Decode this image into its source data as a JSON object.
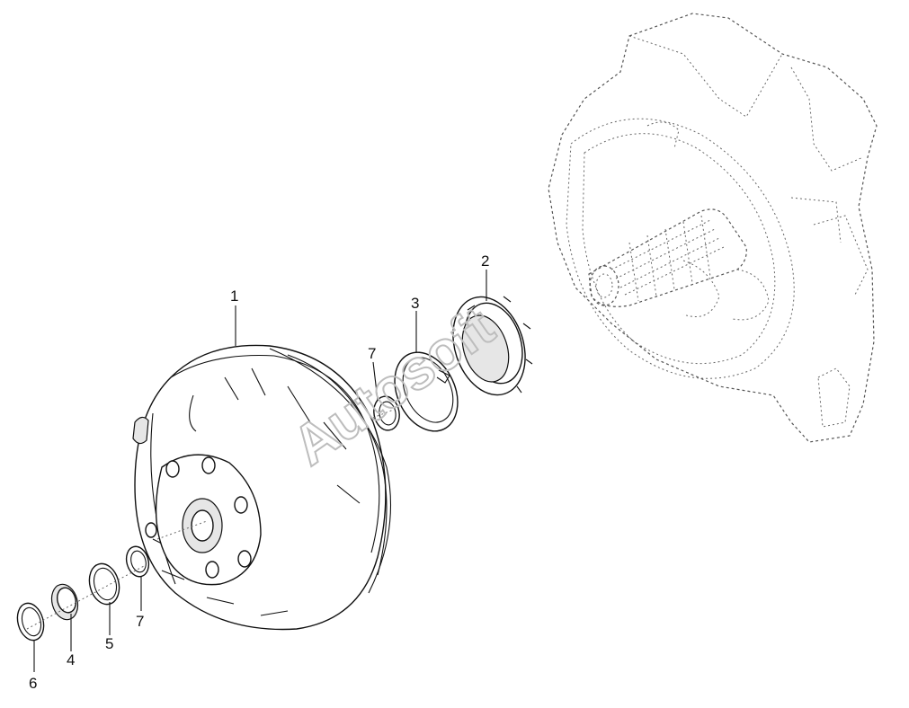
{
  "diagram": {
    "watermark_text": "Autosoft",
    "callouts": [
      {
        "id": "callout-1",
        "label": "1"
      },
      {
        "id": "callout-2",
        "label": "2"
      },
      {
        "id": "callout-3",
        "label": "3"
      },
      {
        "id": "callout-7-upper",
        "label": "7"
      },
      {
        "id": "callout-7-lower",
        "label": "7"
      },
      {
        "id": "callout-5",
        "label": "5"
      },
      {
        "id": "callout-4",
        "label": "4"
      },
      {
        "id": "callout-6",
        "label": "6"
      }
    ]
  }
}
